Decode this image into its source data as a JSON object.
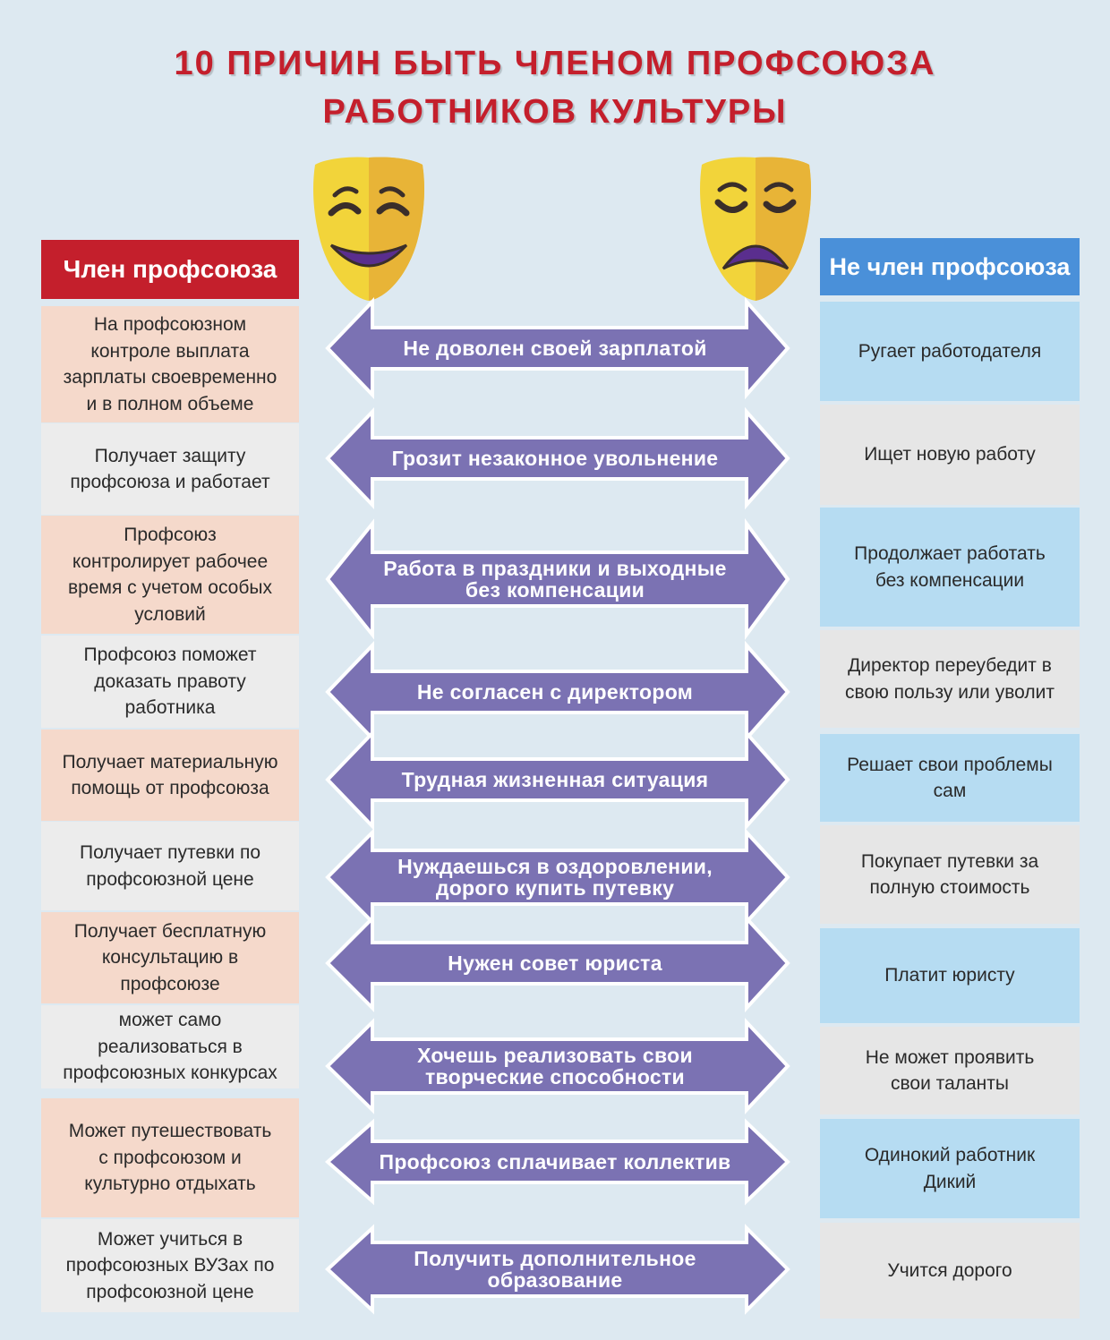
{
  "title": {
    "line1": "10 ПРИЧИН БЫТЬ ЧЛЕНОМ ПРОФСОЮЗА",
    "line2": "РАБОТНИКОВ КУЛЬТУРЫ"
  },
  "columns": {
    "left_header": "Член профсоюза",
    "right_header": "Не член профсоюза"
  },
  "masks": {
    "left": "happy-mask-icon",
    "right": "sad-mask-icon"
  },
  "colors": {
    "title": "#c41f2c",
    "left_header": "#c41f2c",
    "right_header": "#4a90d9",
    "arrow": "#7b72b3",
    "left_pink": "#f5d9cb",
    "left_gray": "#ececec",
    "right_blue": "#b6dcf2",
    "right_gray": "#e6e6e6"
  },
  "rows": [
    {
      "member": [
        "На профсоюзном",
        "контроле выплата",
        "зарплаты своевременно",
        "и в полном объеме"
      ],
      "situation": [
        "Не доволен своей зарплатой"
      ],
      "non_member": [
        "Ругает работодателя"
      ]
    },
    {
      "member": [
        "Получает защиту",
        "профсоюза и работает"
      ],
      "situation": [
        "Грозит незаконное увольнение"
      ],
      "non_member": [
        "Ищет новую работу"
      ]
    },
    {
      "member": [
        "Профсоюз",
        "контролирует рабочее",
        "время с учетом особых",
        "условий"
      ],
      "situation": [
        "Работа в праздники и выходные",
        "без компенсации"
      ],
      "non_member": [
        "Продолжает работать",
        "без компенсации"
      ]
    },
    {
      "member": [
        "Профсоюз поможет",
        "доказать правоту",
        "работника"
      ],
      "situation": [
        "Не согласен с директором"
      ],
      "non_member": [
        "Директор переубедит в",
        "свою пользу или уволит"
      ]
    },
    {
      "member": [
        "Получает материальную",
        "помощь от профсоюза"
      ],
      "situation": [
        "Трудная жизненная ситуация"
      ],
      "non_member": [
        "Решает свои проблемы",
        "сам"
      ]
    },
    {
      "member": [
        "Получает путевки по",
        "профсоюзной цене"
      ],
      "situation": [
        "Нуждаешься в оздоровлении,",
        "дорого купить путевку"
      ],
      "non_member": [
        "Покупает путевки за",
        "полную стоимость"
      ]
    },
    {
      "member": [
        "Получает бесплатную",
        "консультацию в",
        "профсоюзе"
      ],
      "situation": [
        "Нужен совет юриста"
      ],
      "non_member": [
        "Платит юристу"
      ]
    },
    {
      "member": [
        "может само",
        "реализоваться в",
        "профсоюзных конкурсах"
      ],
      "situation": [
        "Хочешь реализовать свои",
        "творческие способности"
      ],
      "non_member": [
        "Не может проявить",
        "свои таланты"
      ]
    },
    {
      "member": [
        "Может путешествовать",
        "с профсоюзом и",
        "культурно отдыхать"
      ],
      "situation": [
        "Профсоюз сплачивает коллектив"
      ],
      "non_member": [
        "Одинокий работник",
        "Дикий"
      ]
    },
    {
      "member": [
        "Может учиться в",
        "профсоюзных ВУЗах по",
        "профсоюзной цене"
      ],
      "situation": [
        "Получить дополнительное",
        "образование"
      ],
      "non_member": [
        "Учится дорого"
      ]
    }
  ]
}
